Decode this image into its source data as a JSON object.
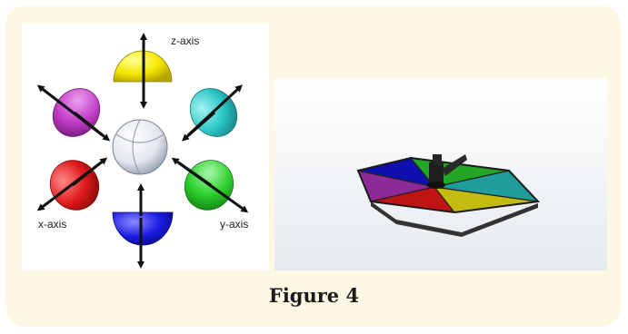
{
  "figure": {
    "caption": "Figure 4",
    "axis_labels": {
      "z": "z-axis",
      "x": "x-axis",
      "y": "y-axis"
    }
  },
  "colors": {
    "frame_background": "#fdf8e4",
    "yellow": "#f5e600",
    "cyan": "#2ec8c8",
    "magenta": "#c23fc8",
    "red": "#e01a1a",
    "green": "#2ccf2c",
    "blue": "#1a1ae0",
    "center_sphere": "#e8ecf2",
    "arrow": "#111111"
  },
  "icons": {
    "center": "white-sphere-icon",
    "hemispheres": [
      "yellow-hemisphere-icon",
      "cyan-hemisphere-icon",
      "magenta-hemisphere-icon",
      "red-hemisphere-icon",
      "green-hemisphere-icon",
      "blue-hemisphere-icon"
    ],
    "device": "hexagonal-platform-icon"
  }
}
